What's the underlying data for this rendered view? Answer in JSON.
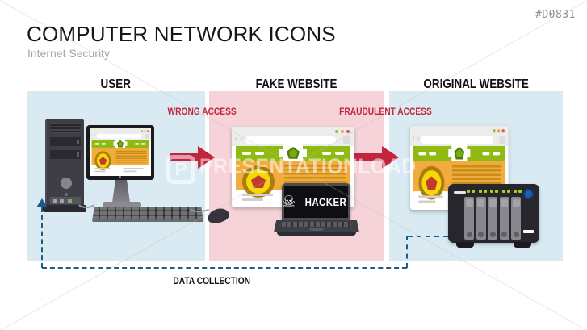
{
  "slide": {
    "code": "#D0831",
    "title": "COMPUTER NETWORK ICONS",
    "subtitle": "Internet Security"
  },
  "watermark": {
    "logo_letter": "P",
    "text": "PRESENTATIONLOAD"
  },
  "diagram": {
    "sections": [
      {
        "id": "user",
        "label": "USER",
        "bg": "#D9EAF3"
      },
      {
        "id": "fake-website",
        "label": "FAKE WEBSITE",
        "bg": "#F6D3D8"
      },
      {
        "id": "original-website",
        "label": "ORIGINAL WEBSITE",
        "bg": "#D9EAF3"
      }
    ],
    "flows": {
      "wrong_access": {
        "label": "WRONG ACCESS",
        "color": "#C2253C"
      },
      "fraudulent_access": {
        "label": "FRAUDULENT ACCESS",
        "color": "#C2253C"
      },
      "data_collection": {
        "label": "DATA COLLECTION",
        "line_color": "#1D5C87"
      }
    },
    "hacker": {
      "label": "HACKER",
      "skull_glyph": "☠"
    }
  },
  "colors": {
    "accent_red": "#C2253C",
    "panel_blue": "#D9EAF3",
    "panel_pink": "#F6D3D8",
    "site_green": "#8FBA12",
    "site_orange": "#F2AC3D",
    "badge_ring": "#AA7D0E",
    "badge_yellow": "#F6D70A",
    "badge_pentagon_red": "#C23B30",
    "dashed_blue": "#1D5C87"
  }
}
